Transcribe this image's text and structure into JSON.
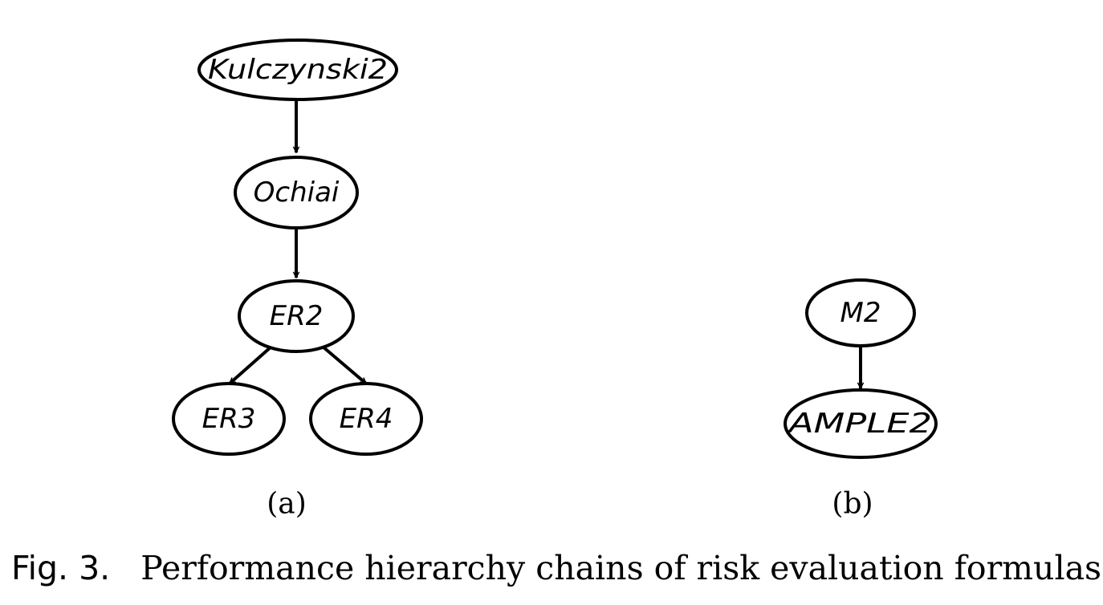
{
  "figure": {
    "graphs": [
      {
        "id": "a",
        "caption": "(a)",
        "nodes": [
          {
            "id": "kulczynski2",
            "label": "Kulczynski2"
          },
          {
            "id": "ochiai",
            "label": "Ochiai"
          },
          {
            "id": "er2",
            "label": "ER2"
          },
          {
            "id": "er3",
            "label": "ER3"
          },
          {
            "id": "er4",
            "label": "ER4"
          }
        ],
        "edges": [
          {
            "from": "kulczynski2",
            "to": "ochiai"
          },
          {
            "from": "ochiai",
            "to": "er2"
          },
          {
            "from": "er2",
            "to": "er3"
          },
          {
            "from": "er2",
            "to": "er4"
          }
        ]
      },
      {
        "id": "b",
        "caption": "(b)",
        "nodes": [
          {
            "id": "m2",
            "label": "M2"
          },
          {
            "id": "ample2",
            "label": "AMPLE2"
          }
        ],
        "edges": [
          {
            "from": "m2",
            "to": "ample2"
          }
        ]
      }
    ],
    "caption": {
      "label": "Fig. 3.",
      "text": "Performance hierarchy chains of risk evaluation formulas."
    }
  }
}
